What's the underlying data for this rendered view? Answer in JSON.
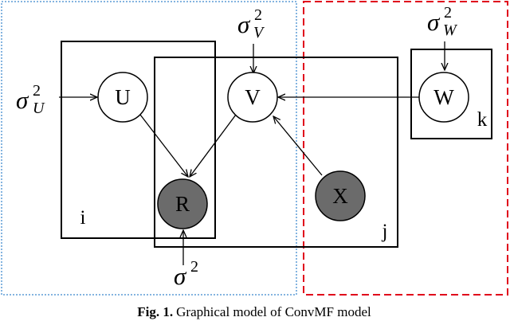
{
  "nodes": {
    "u": "U",
    "v": "V",
    "w": "W",
    "r": "R",
    "x": "X"
  },
  "plates": {
    "i": "i",
    "j": "j",
    "k": "k"
  },
  "hyperparams": {
    "symbol": "σ",
    "exponent": "2",
    "u_sub": "U",
    "v_sub": "V",
    "w_sub": "W"
  },
  "caption": {
    "prefix": "Fig. 1.",
    "text": "Graphical model of ConvMF model"
  },
  "colors": {
    "observed_fill": "#6b6b6b",
    "left_region_border": "#5b9bd5",
    "right_region_border": "#e0001b",
    "plate_border": "#000000"
  }
}
